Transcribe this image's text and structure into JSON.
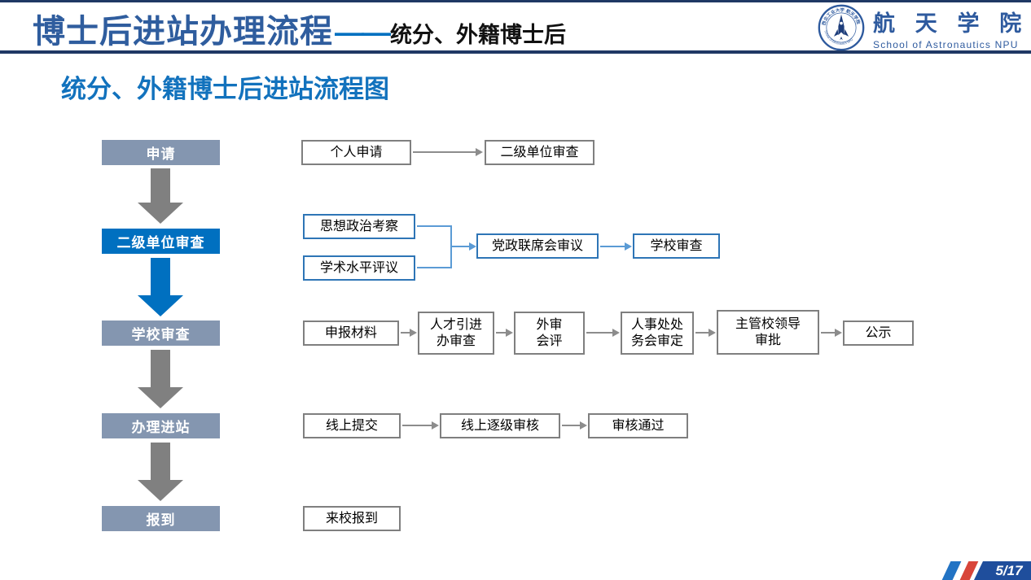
{
  "header": {
    "title": "博士后进站办理流程",
    "title_dash": "——",
    "title_suffix": "统分、外籍博士后",
    "logo": {
      "name_cn": "航 天 学 院",
      "name_en": "School of Astronautics NPU",
      "seal_top": "西北工业大学 航天学院",
      "seal_bottom": "School of Astronautics NPU"
    }
  },
  "section_title": "统分、外籍博士后进站流程图",
  "stages": [
    {
      "label": "申请",
      "variant": "slate"
    },
    {
      "label": "二级单位审查",
      "variant": "blue"
    },
    {
      "label": "学校审查",
      "variant": "slate"
    },
    {
      "label": "办理进站",
      "variant": "slate"
    },
    {
      "label": "报到",
      "variant": "slate"
    }
  ],
  "stage_arrows": [
    "gray",
    "blue",
    "gray",
    "gray"
  ],
  "flow": {
    "row1": [
      "个人申请",
      "二级单位审查"
    ],
    "row2": {
      "inputs": [
        "思想政治考察",
        "学术水平评议"
      ],
      "middle": "党政联席会审议",
      "end": "学校审查"
    },
    "row3": [
      "申报材料",
      "人才引进\n办审查",
      "外审\n会评",
      "人事处处\n务会审定",
      "主管校领导\n审批",
      "公示"
    ],
    "row4": [
      "线上提交",
      "线上逐级审核",
      "审核通过"
    ],
    "row5": [
      "来校报到"
    ]
  },
  "footer": {
    "page": "5/17"
  },
  "colors": {
    "accent_blue": "#0070C0",
    "slate_stage": "#8496B0",
    "navy_line": "#1F3864",
    "connector_blue": "#5B9BD5",
    "box_border_blue": "#2E75B6",
    "box_border_gray": "#7F7F7F",
    "title_blue": "#2F5D9E",
    "subtitle_blue": "#1272BD",
    "footer_shape_blue": "#1F4E9C",
    "footer_slash_red": "#D8453A"
  }
}
